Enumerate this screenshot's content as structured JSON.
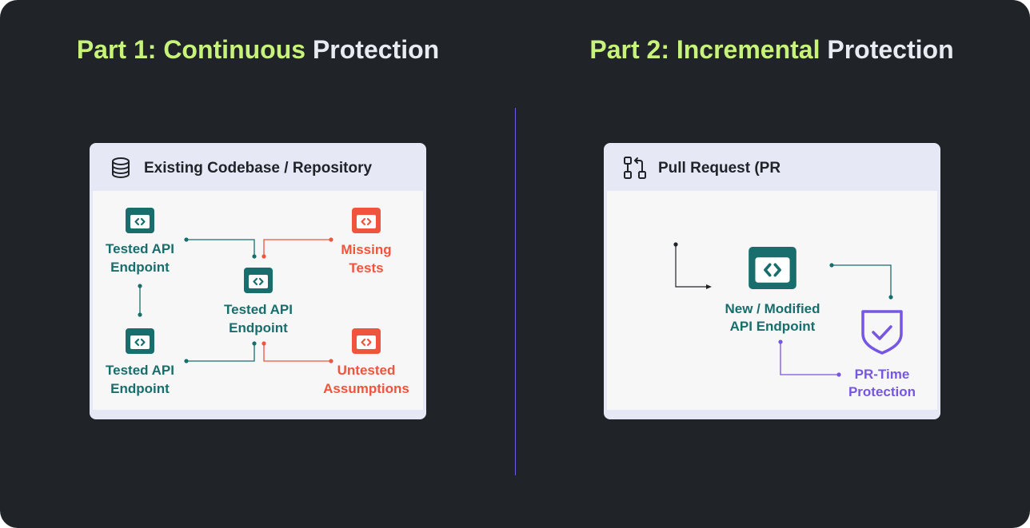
{
  "titles": {
    "part1_highlight": "Part 1: Continuous",
    "part1_rest": "Protection",
    "part2_highlight": "Part 2: Incremental",
    "part2_rest": "Protection"
  },
  "left_card": {
    "header_icon": "database-icon",
    "header": "Existing Codebase / Repository",
    "nodes": {
      "tested_top_left": [
        "Tested API",
        "Endpoint"
      ],
      "tested_bottom_left": [
        "Tested API",
        "Endpoint"
      ],
      "tested_center": [
        "Tested API",
        "Endpoint"
      ],
      "missing": [
        "Missing",
        "Tests"
      ],
      "untested": [
        "Untested",
        "Assumptions"
      ]
    }
  },
  "right_card": {
    "header_icon": "pull-request-icon",
    "header": "Pull Request (PR",
    "nodes": {
      "endpoint": [
        "New / Modified",
        "API Endpoint"
      ],
      "protection": [
        "PR-Time",
        "Protection"
      ]
    }
  },
  "colors": {
    "background": "#202328",
    "highlight": "#c8f37a",
    "teal": "#186e6c",
    "red": "#f0543c",
    "purple": "#7656e2",
    "divider": "#6c5fe0"
  }
}
